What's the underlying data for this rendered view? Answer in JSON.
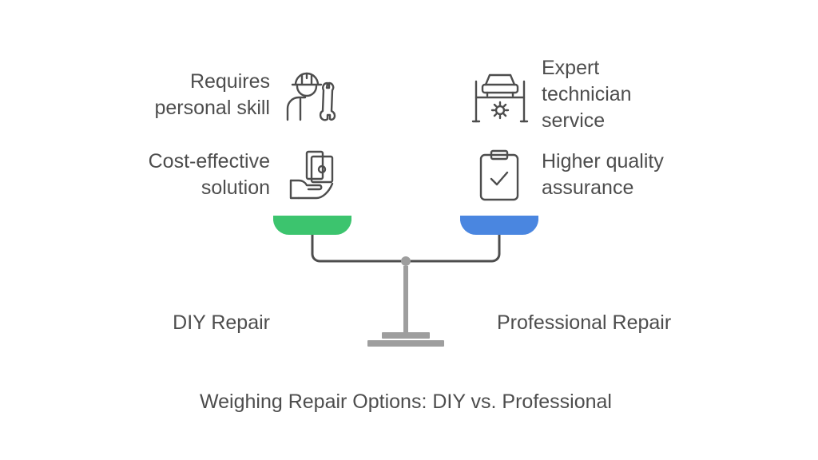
{
  "title": "Weighing Repair Options: DIY vs. Professional",
  "left": {
    "label": "DIY Repair",
    "pan_color": "#3cc46e",
    "items": [
      {
        "text": "Requires\npersonal skill",
        "icon": "worker-wrench-icon"
      },
      {
        "text": "Cost-effective\nsolution",
        "icon": "hand-money-icon"
      }
    ]
  },
  "right": {
    "label": "Professional Repair",
    "pan_color": "#4a86e0",
    "items": [
      {
        "text": "Expert\ntechnician\nservice",
        "icon": "car-lift-gear-icon"
      },
      {
        "text": "Higher quality\nassurance",
        "icon": "clipboard-check-icon"
      }
    ]
  },
  "colors": {
    "beam": "#4d4d4d",
    "stand": "#9e9e9e",
    "text": "#4d4d4d"
  }
}
